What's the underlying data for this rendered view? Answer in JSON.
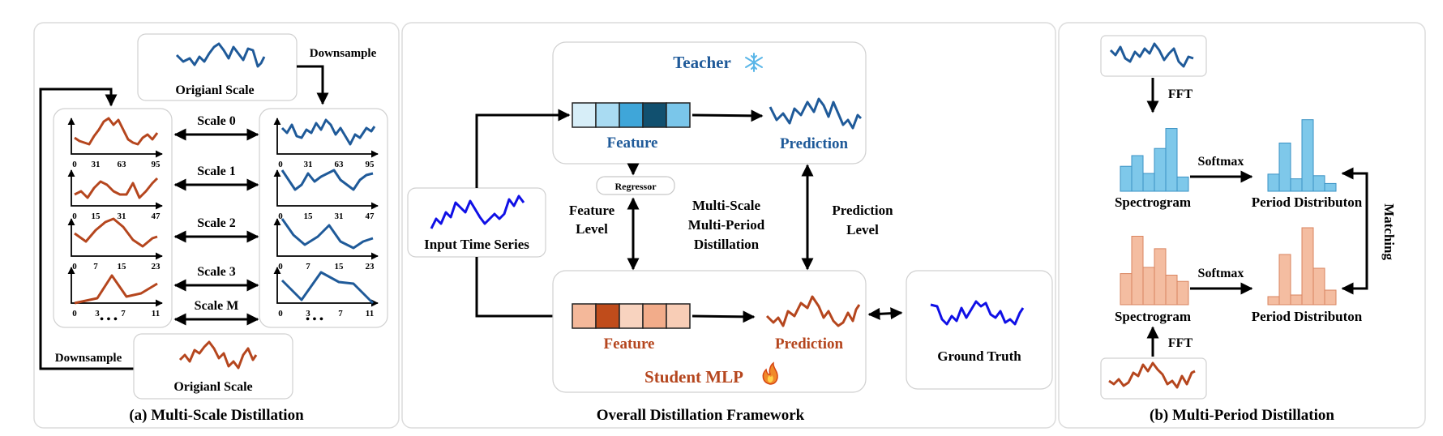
{
  "colors": {
    "teacher": "#1f5a99",
    "student": "#b5461e",
    "input_blue": "#1010e6",
    "arrow": "#000000",
    "panel_border": "#d9d9d9",
    "teacher_cells": [
      "#d7eef8",
      "#a9dbf2",
      "#3fa6d9",
      "#11506f",
      "#7ac6ea"
    ],
    "student_cells": [
      "#f4b89a",
      "#c04c1b",
      "#f8d3bf",
      "#f2ac8a",
      "#f8cdb6"
    ],
    "blue_bars": "#7ec8ea",
    "orange_bars": "#f4bda1"
  },
  "left_panel": {
    "caption": "(a) Multi-Scale Distillation",
    "top_box_label": "Origianl Scale",
    "bottom_box_label": "Origianl Scale",
    "downsample_top": "Downsample",
    "downsample_left": "Downsample",
    "scales": [
      {
        "label": "Scale 0",
        "ticks": [
          "0",
          "31",
          "63",
          "95"
        ]
      },
      {
        "label": "Scale 1",
        "ticks": [
          "0",
          "15",
          "31",
          "47"
        ]
      },
      {
        "label": "Scale 2",
        "ticks": [
          "0",
          "7",
          "15",
          "23"
        ]
      },
      {
        "label": "Scale 3",
        "ticks": [
          "0",
          "3",
          "7",
          "11"
        ]
      }
    ],
    "scale_m_label": "Scale M",
    "ellipsis": "• • •"
  },
  "middle_panel": {
    "caption": "Overall Distillation Framework",
    "teacher_title": "Teacher",
    "teacher_icon": "snowflake-icon",
    "teacher_feature": "Feature",
    "teacher_prediction": "Prediction",
    "regressor": "Regressor",
    "feature_level": [
      "Feature",
      "Level"
    ],
    "center_text": [
      "Multi-Scale",
      "Multi-Period",
      "Distillation"
    ],
    "prediction_level": [
      "Prediction",
      "Level"
    ],
    "input_label": "Input Time Series",
    "student_feature": "Feature",
    "student_prediction": "Prediction",
    "student_title": "Student MLP",
    "student_icon": "fire-icon",
    "ground_truth": "Ground Truth"
  },
  "right_panel": {
    "caption": "(b) Multi-Period Distillation",
    "fft_top": "FFT",
    "fft_bottom": "FFT",
    "spectrogram_top": "Spectrogram",
    "spectrogram_bottom": "Spectrogram",
    "softmax_top": "Softmax",
    "softmax_bottom": "Softmax",
    "period_top": "Period Distributon",
    "period_bottom": "Period Distributon",
    "matching": "Matching",
    "spectrogram_top_bars": [
      0.35,
      0.5,
      0.25,
      0.6,
      0.88,
      0.2
    ],
    "period_top_bars": [
      0.22,
      0.62,
      0.16,
      0.92,
      0.2,
      0.1
    ],
    "spectrogram_bottom_bars": [
      0.4,
      0.88,
      0.48,
      0.72,
      0.38,
      0.3
    ],
    "period_bottom_bars": [
      0.1,
      0.62,
      0.12,
      0.95,
      0.45,
      0.18
    ]
  }
}
